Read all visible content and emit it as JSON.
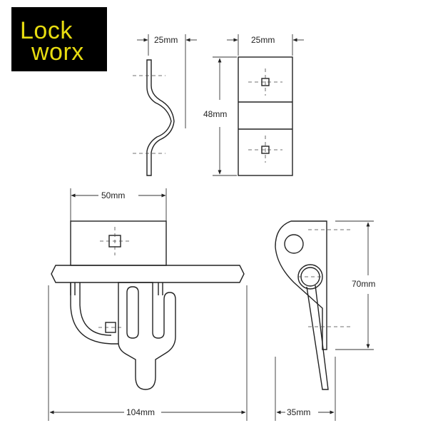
{
  "logo": {
    "line1": "Lock",
    "line2": "worx",
    "text_color": "#e8dc10",
    "background": "#000000"
  },
  "dimensions": {
    "top_left_width": "25mm",
    "top_right_width": "25mm",
    "top_right_height": "48mm",
    "front_width": "50mm",
    "front_total_width": "104mm",
    "side_height": "70mm",
    "side_width": "35mm"
  }
}
